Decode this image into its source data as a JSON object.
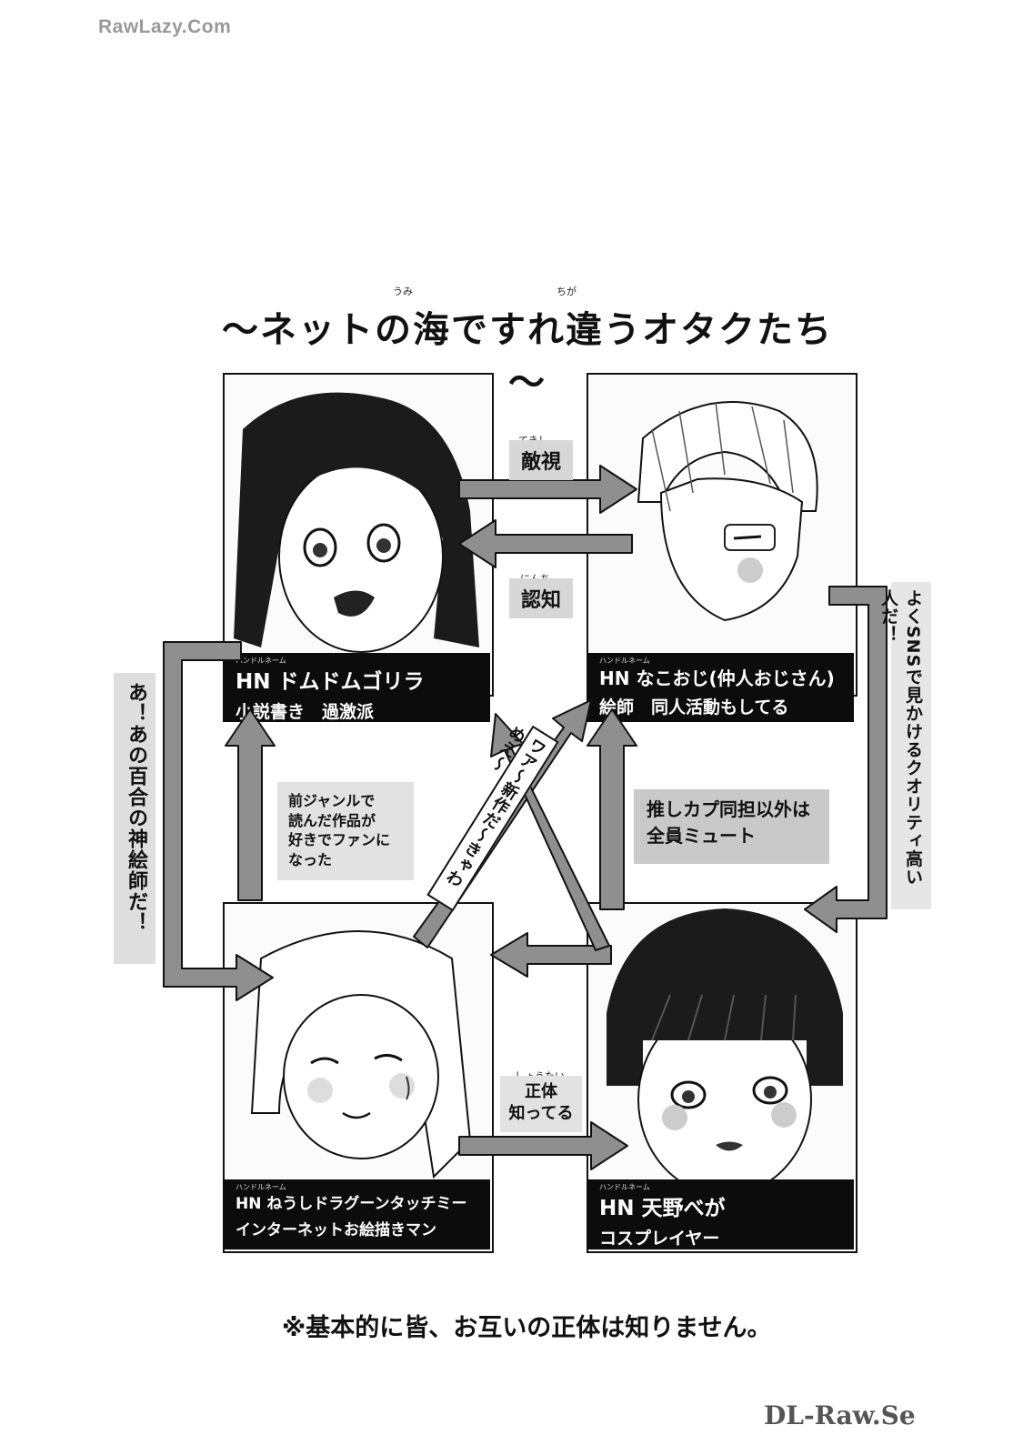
{
  "watermarks": {
    "top": "RawLazy.Com",
    "bottom": "DL-Raw.Se"
  },
  "title": "～ネットの海ですれ違うオタクたち～",
  "title_ruby": [
    "うみ",
    "ちが"
  ],
  "characters": {
    "top_left": {
      "hn": "HN ドムドムゴリラ",
      "role": "小説書き　過激派",
      "handle_ruby": "ハンドルネーム"
    },
    "top_right": {
      "hn": "HN なこおじ(仲人おじさん)",
      "role": "絵師　同人活動もしてる",
      "handle_ruby": "ハンドルネーム"
    },
    "bottom_left": {
      "hn": "HN ねうしドラグーンタッチミー",
      "role": "インターネットお絵描きマン",
      "handle_ruby": "ハンドルネーム"
    },
    "bottom_right": {
      "hn": "HN 天野べが",
      "role": "コスプレイヤー",
      "handle_ruby": "ハンドルネーム"
    }
  },
  "relations": {
    "hostile": "敵視",
    "hostile_ruby": "てきし",
    "aware": "認知",
    "aware_ruby": "にんち",
    "former_genre": "前ジャンルで\n読んだ作品が\n好きでファンに\nなった",
    "mute": "推しカプ同担以外は\n全員ミュート",
    "identity": "正体\n知ってる",
    "identity_ruby": "しょうたい",
    "wah": "ワア〜新作だ〜きゃわめえ〜",
    "left_vertical": "あ！あの百合の神絵師だ！",
    "right_vertical": "よくSNSで見かけるクオリティ高い人だ！"
  },
  "footer": "※基本的に皆、お互いの正体は知りません。",
  "colors": {
    "ink": "#111111",
    "arrow_fill": "#8f8f8f",
    "label_gray": "#d7d7d7"
  }
}
